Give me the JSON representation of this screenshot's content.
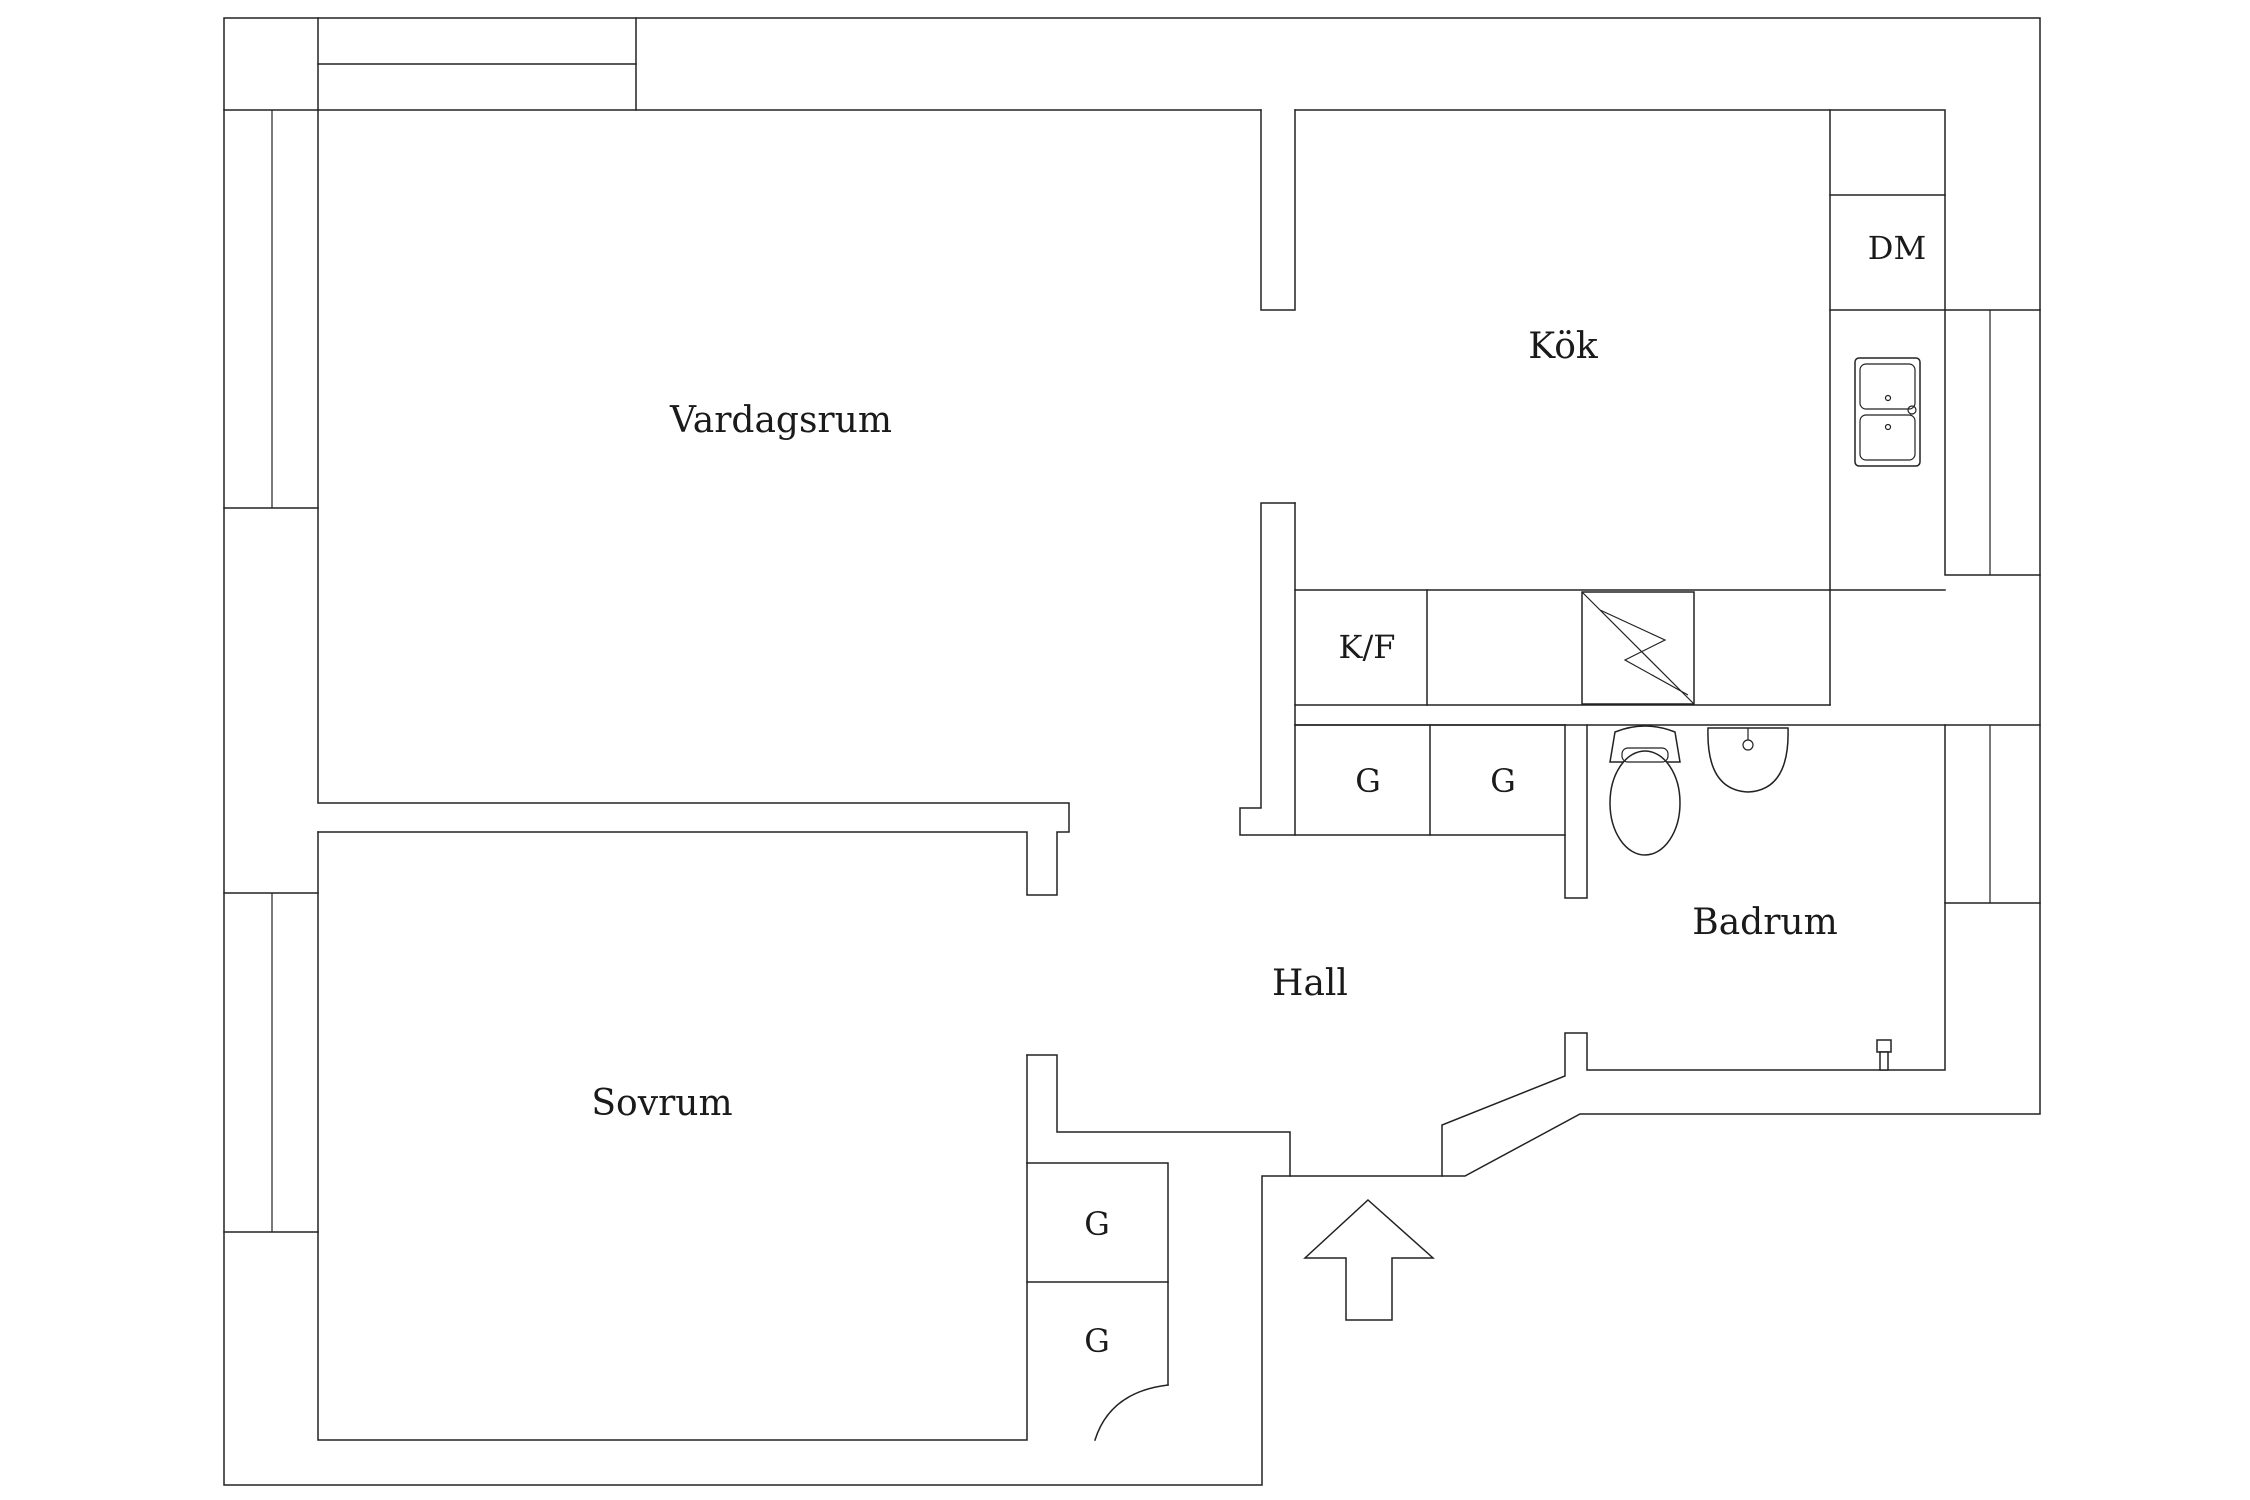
{
  "rooms": {
    "living_room": "Vardagsrum",
    "kitchen": "Kök",
    "bedroom": "Sovrum",
    "hall": "Hall",
    "bathroom": "Badrum"
  },
  "units": {
    "dishwasher": "DM",
    "fridge_freezer": "K/F",
    "wardrobe_hall_1": "G",
    "wardrobe_hall_2": "G",
    "wardrobe_bedroom_1": "G",
    "wardrobe_bedroom_2": "G"
  },
  "colors": {
    "line": "#222222",
    "background": "#ffffff"
  },
  "icons": {
    "entrance": "entrance-arrow-icon",
    "stove": "stove-icon",
    "sink": "double-sink-icon",
    "toilet": "toilet-icon",
    "basin": "wash-basin-icon",
    "drain": "floor-drain-icon"
  }
}
